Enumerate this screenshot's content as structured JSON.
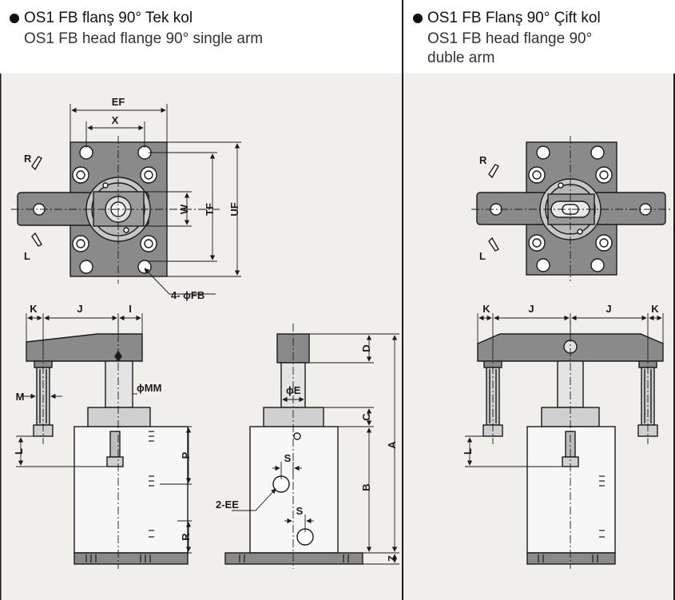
{
  "left_panel": {
    "title": "OS1 FB flanş 90° Tek kol",
    "subtitle": "OS1 FB head flange 90° single arm"
  },
  "right_panel": {
    "title": "OS1 FB Flanş 90° Çift kol",
    "subtitle_line1": "OS1 FB head flange 90°",
    "subtitle_line2": "duble arm"
  },
  "labels": {
    "EF": "EF",
    "X": "X",
    "R": "R",
    "L": "L",
    "W": "W",
    "TF": "TF",
    "UF": "UF",
    "FB": "4- ϕFB",
    "K": "K",
    "J": "J",
    "I": "I",
    "M": "M",
    "MM": "ϕMM",
    "P": "P",
    "D": "D",
    "E": "ϕE",
    "C": "C",
    "S": "S",
    "EE": "2-EE",
    "A": "A",
    "B": "B",
    "Z": "Z"
  },
  "colors": {
    "background": "#f0efec",
    "metal": "#8a8a8a",
    "line": "#1a1a1a"
  }
}
